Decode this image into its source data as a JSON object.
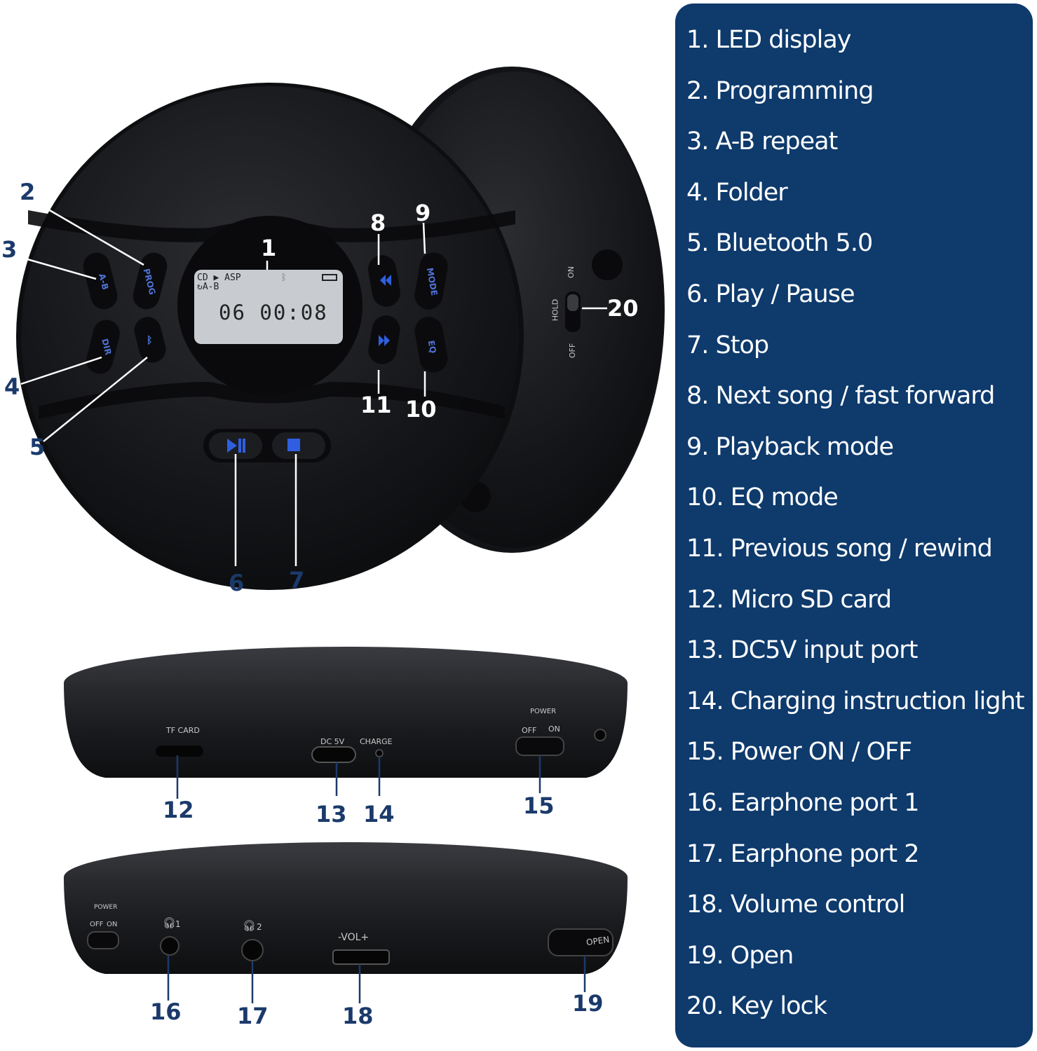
{
  "features": [
    "1. LED display",
    "2. Programming",
    "3. A-B repeat",
    "4. Folder",
    "5. Bluetooth 5.0",
    "6. Play / Pause",
    "7. Stop",
    "8. Next song / fast forward",
    "9. Playback mode",
    "10. EQ mode",
    "11. Previous song / rewind",
    "12. Micro SD card",
    "13. DC5V input port",
    "14. Charging instruction light",
    "15. Power ON / OFF",
    "16. Earphone port 1",
    "17. Earphone port 2",
    "18. Volume control",
    "19. Open",
    "20. Key lock"
  ],
  "callouts": [
    "1",
    "2",
    "3",
    "4",
    "5",
    "6",
    "7",
    "8",
    "9",
    "10",
    "11",
    "12",
    "13",
    "14",
    "15",
    "16",
    "17",
    "18",
    "19",
    "20"
  ],
  "lcd": {
    "line1": "CD ▶ ASP",
    "line2": "↻A-B",
    "main": "06  00:08",
    "bluetooth_icon": "bluetooth-icon",
    "battery_icon": "battery-icon"
  },
  "buttons": {
    "ab": "A-B",
    "prog": "PROG",
    "dir": "DIR",
    "mode": "MODE",
    "eq": "EQ"
  },
  "side_labels": {
    "hold": "HOLD",
    "on": "ON",
    "off": "OFF",
    "tf_card": "TF CARD",
    "dc5v": "DC 5V",
    "charge": "CHARGE",
    "power": "POWER",
    "power_off": "OFF",
    "power_on": "ON",
    "ear1": "1",
    "ear2": "2",
    "vol": "-VOL+",
    "open": "OPEN"
  },
  "colors": {
    "panel": "#0e3a6c",
    "callout": "#1b3a6b",
    "button_glow": "#2f5fe0",
    "device": "#16171a"
  }
}
